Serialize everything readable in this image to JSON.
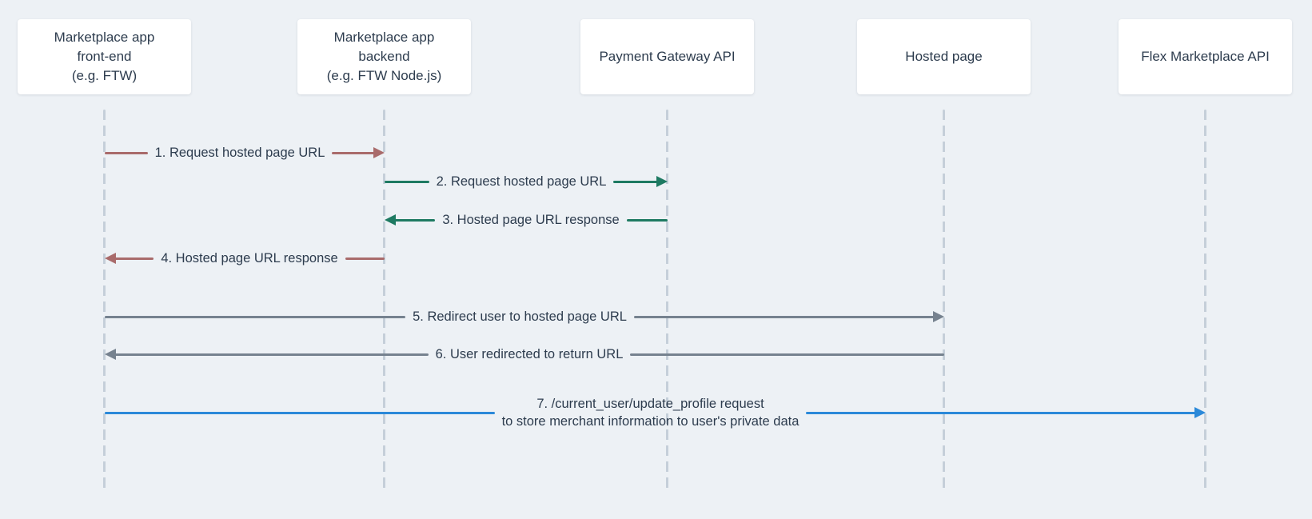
{
  "diagram": {
    "type": "sequence-diagram",
    "participants": [
      {
        "label": "Marketplace app\nfront-end\n(e.g. FTW)"
      },
      {
        "label": "Marketplace app\nbackend\n(e.g. FTW Node.js)"
      },
      {
        "label": "Payment Gateway API"
      },
      {
        "label": "Hosted page"
      },
      {
        "label": "Flex Marketplace API"
      }
    ],
    "messages": [
      {
        "label": "1. Request hosted page URL",
        "from": "Marketplace app front-end (e.g. FTW)",
        "to": "Marketplace app backend (e.g. FTW Node.js)",
        "direction": "right",
        "color": "red"
      },
      {
        "label": "2. Request hosted page URL",
        "from": "Marketplace app backend (e.g. FTW Node.js)",
        "to": "Payment Gateway API",
        "direction": "right",
        "color": "green"
      },
      {
        "label": "3. Hosted page URL response",
        "from": "Payment Gateway API",
        "to": "Marketplace app backend (e.g. FTW Node.js)",
        "direction": "left",
        "color": "green"
      },
      {
        "label": "4. Hosted page URL response",
        "from": "Marketplace app backend (e.g. FTW Node.js)",
        "to": "Marketplace app front-end (e.g. FTW)",
        "direction": "left",
        "color": "red"
      },
      {
        "label": "5. Redirect user to hosted page URL",
        "from": "Marketplace app front-end (e.g. FTW)",
        "to": "Hosted page",
        "direction": "right",
        "color": "gray"
      },
      {
        "label": "6. User redirected to return URL",
        "from": "Hosted page",
        "to": "Marketplace app front-end (e.g. FTW)",
        "direction": "left",
        "color": "gray"
      },
      {
        "label": "7. /current_user/update_profile request\nto store merchant information to user's private data",
        "from": "Marketplace app front-end (e.g. FTW)",
        "to": "Flex Marketplace API",
        "direction": "right",
        "color": "blue"
      }
    ],
    "colors": {
      "bg": "#edf1f5",
      "box-bg": "#ffffff",
      "text": "#2d3c4e",
      "lifeline": "#c5cfd9",
      "red": "#a96b6b",
      "green": "#1e7a62",
      "gray": "#76828f",
      "blue": "#2b89d9"
    }
  }
}
